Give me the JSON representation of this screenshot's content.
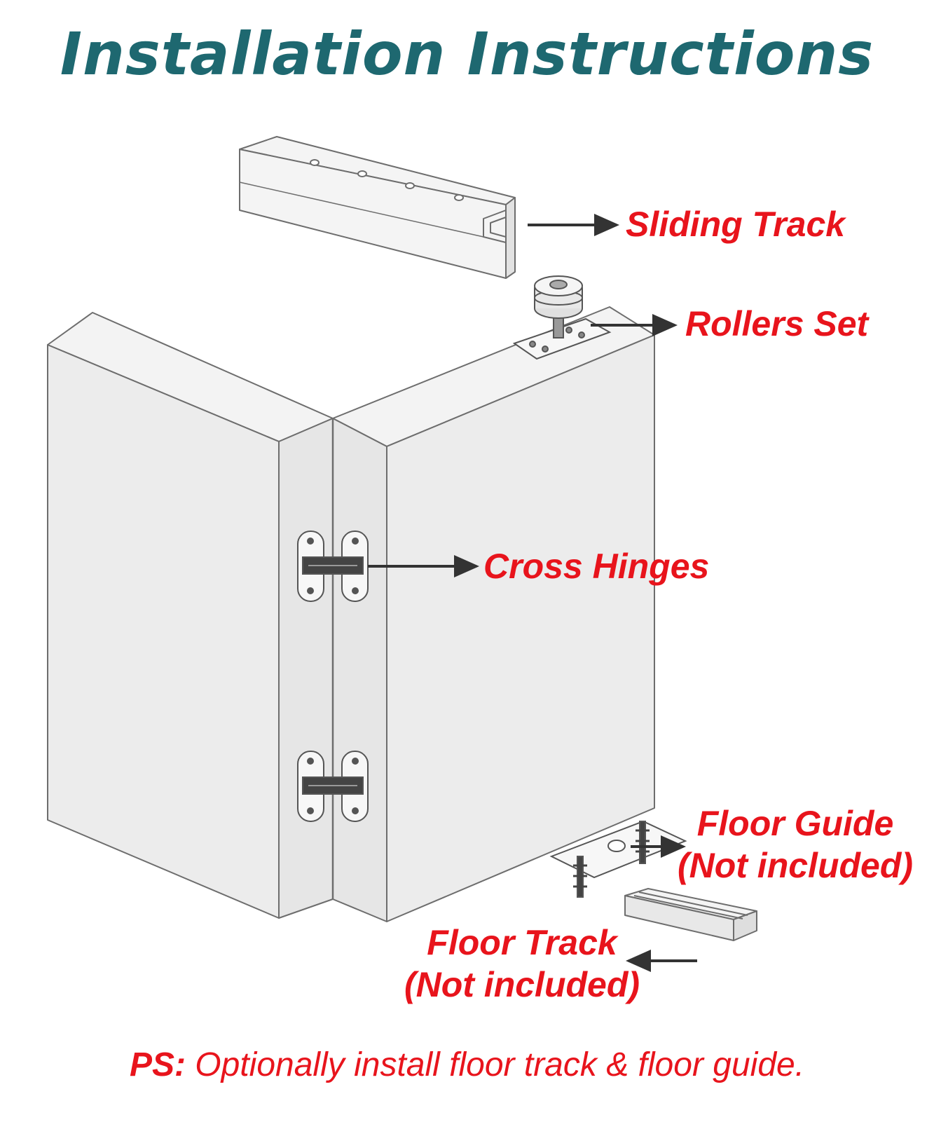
{
  "title": "Installation Instructions",
  "labels": {
    "sliding_track": "Sliding Track",
    "rollers_set": "Rollers Set",
    "cross_hinges": "Cross Hinges",
    "floor_guide_line1": "Floor Guide",
    "floor_guide_line2": "(Not included)",
    "floor_track_line1": "Floor Track",
    "floor_track_line2": "(Not included)"
  },
  "note": {
    "prefix": "PS:",
    "text": " Optionally install floor track & floor guide."
  },
  "colors": {
    "title": "#1e6870",
    "label": "#e8141c",
    "outline": "#6d6d6d",
    "panel_fill": "#ececec"
  }
}
